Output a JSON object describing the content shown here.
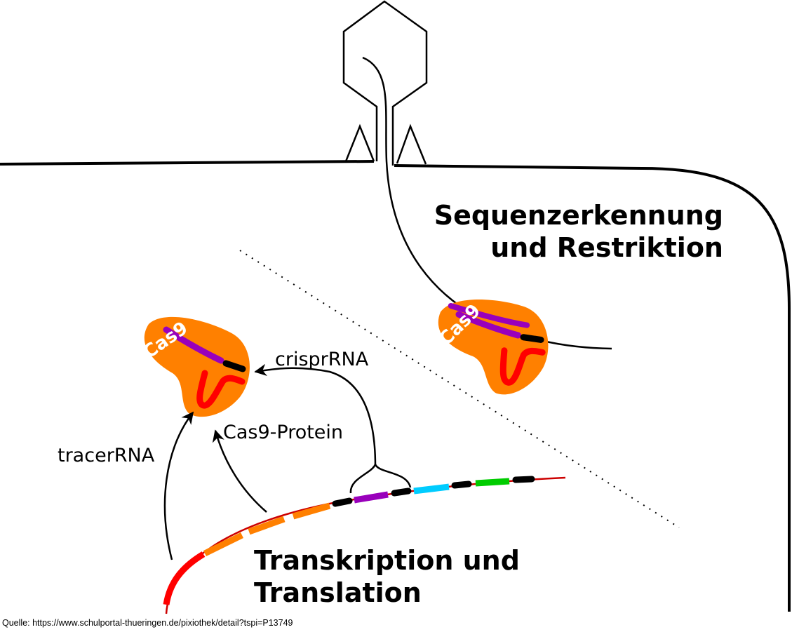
{
  "title_sequence": [
    "Sequenzerkennung",
    "und Restriktion"
  ],
  "title_transcription": [
    "Transkription und",
    "Translation"
  ],
  "labels": {
    "crispr_rna": "crisprRNA",
    "cas9_protein": "Cas9-Protein",
    "tracer_rna": "tracerRNA",
    "cas9": "Cas9"
  },
  "source": "Quelle: https://www.schulportal-thueringen.de/pixiothek/detail?tspi=P13749",
  "colors": {
    "cas9": "#ff8000",
    "guide": "#9900bb",
    "tracer": "#ff0000",
    "repeat": "#000000",
    "cas_gene": "#ff8000",
    "spacer1": "#9900bb",
    "spacer2": "#00ccff",
    "spacer3": "#00cc00"
  }
}
